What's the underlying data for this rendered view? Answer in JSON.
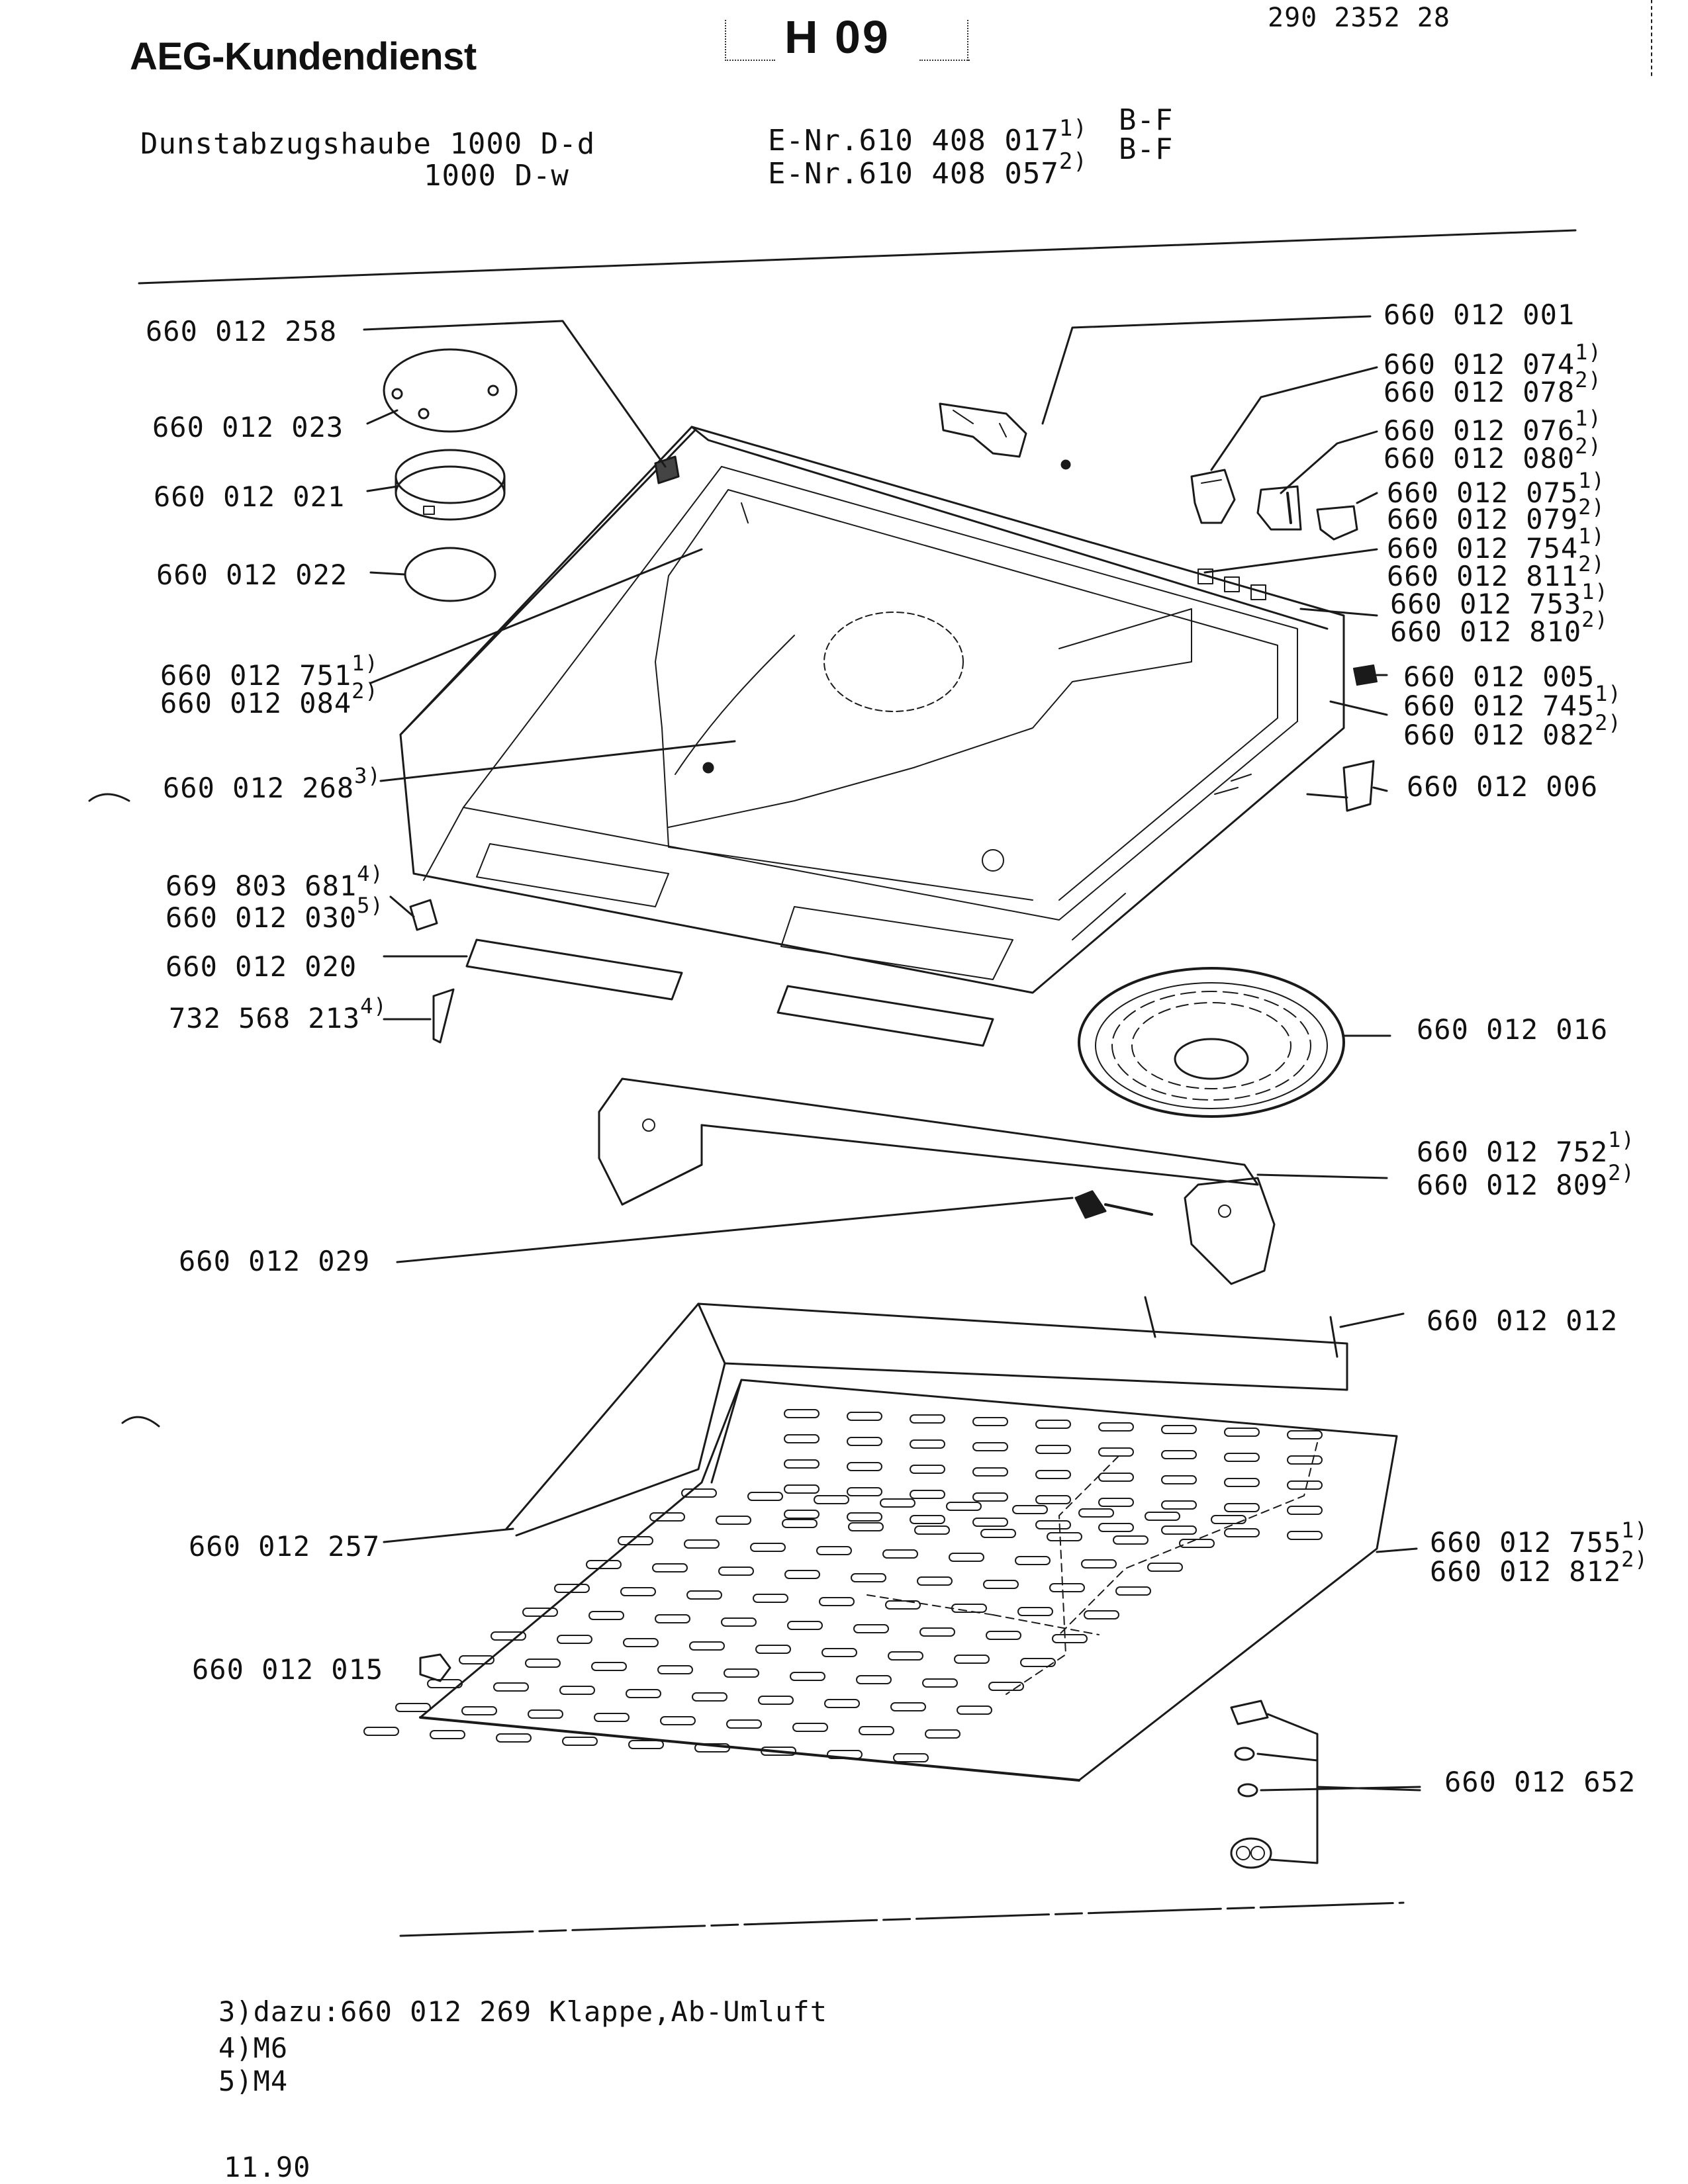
{
  "header": {
    "brand": "AEG-Kundendienst",
    "page_code": "H 09",
    "doc_number": "290 2352 28",
    "product": "Dunstabzugshaube 1000 D-d",
    "product_variant": "1000 D-w",
    "enr_1": "E-Nr.610 408 017",
    "enr_1_note": "1)",
    "enr_2": "E-Nr.610 408 057",
    "enr_2_note": "2)",
    "market_1": "B-F",
    "market_2": "B-F"
  },
  "parts": [
    {
      "id": "p258",
      "number": "660 012 258",
      "note": ""
    },
    {
      "id": "p023",
      "number": "660 012 023",
      "note": ""
    },
    {
      "id": "p021",
      "number": "660 012 021",
      "note": ""
    },
    {
      "id": "p022",
      "number": "660 012 022",
      "note": ""
    },
    {
      "id": "p751",
      "number": "660 012 751",
      "note": "1)"
    },
    {
      "id": "p084",
      "number": "660 012 084",
      "note": "2)"
    },
    {
      "id": "p268",
      "number": "660 012 268",
      "note": "3)"
    },
    {
      "id": "p681",
      "number": "669 803 681",
      "note": "4)"
    },
    {
      "id": "p030",
      "number": "660 012 030",
      "note": "5)"
    },
    {
      "id": "p020",
      "number": "660 012 020",
      "note": ""
    },
    {
      "id": "p213",
      "number": "732 568 213",
      "note": "4)"
    },
    {
      "id": "p001",
      "number": "660 012 001",
      "note": ""
    },
    {
      "id": "p074",
      "number": "660 012 074",
      "note": "1)"
    },
    {
      "id": "p078",
      "number": "660 012 078",
      "note": "2)"
    },
    {
      "id": "p076",
      "number": "660 012 076",
      "note": "1)"
    },
    {
      "id": "p080",
      "number": "660 012 080",
      "note": "2)"
    },
    {
      "id": "p075",
      "number": "660 012 075",
      "note": "1)"
    },
    {
      "id": "p079",
      "number": "660 012 079",
      "note": "2)"
    },
    {
      "id": "p754",
      "number": "660 012 754",
      "note": "1)"
    },
    {
      "id": "p811",
      "number": "660 012 811",
      "note": "2)"
    },
    {
      "id": "p753",
      "number": "660 012 753",
      "note": "1)"
    },
    {
      "id": "p810",
      "number": "660 012 810",
      "note": "2)"
    },
    {
      "id": "p005",
      "number": "660 012 005",
      "note": ""
    },
    {
      "id": "p745",
      "number": "660 012 745",
      "note": "1)"
    },
    {
      "id": "p082",
      "number": "660 012 082",
      "note": "2)"
    },
    {
      "id": "p006",
      "number": "660 012 006",
      "note": ""
    },
    {
      "id": "p016",
      "number": "660 012 016",
      "note": ""
    },
    {
      "id": "p752",
      "number": "660 012 752",
      "note": "1)"
    },
    {
      "id": "p809",
      "number": "660 012 809",
      "note": "2)"
    },
    {
      "id": "p029",
      "number": "660 012 029",
      "note": ""
    },
    {
      "id": "p012",
      "number": "660 012 012",
      "note": ""
    },
    {
      "id": "p257",
      "number": "660 012 257",
      "note": ""
    },
    {
      "id": "p755",
      "number": "660 012 755",
      "note": "1)"
    },
    {
      "id": "p812",
      "number": "660 012 812",
      "note": "2)"
    },
    {
      "id": "p015",
      "number": "660 012 015",
      "note": ""
    },
    {
      "id": "p652",
      "number": "660 012 652",
      "note": ""
    }
  ],
  "footnotes": [
    "3)dazu:660 012 269 Klappe,Ab-Umluft",
    "4)M6",
    "5)M4"
  ],
  "date": "11.90"
}
